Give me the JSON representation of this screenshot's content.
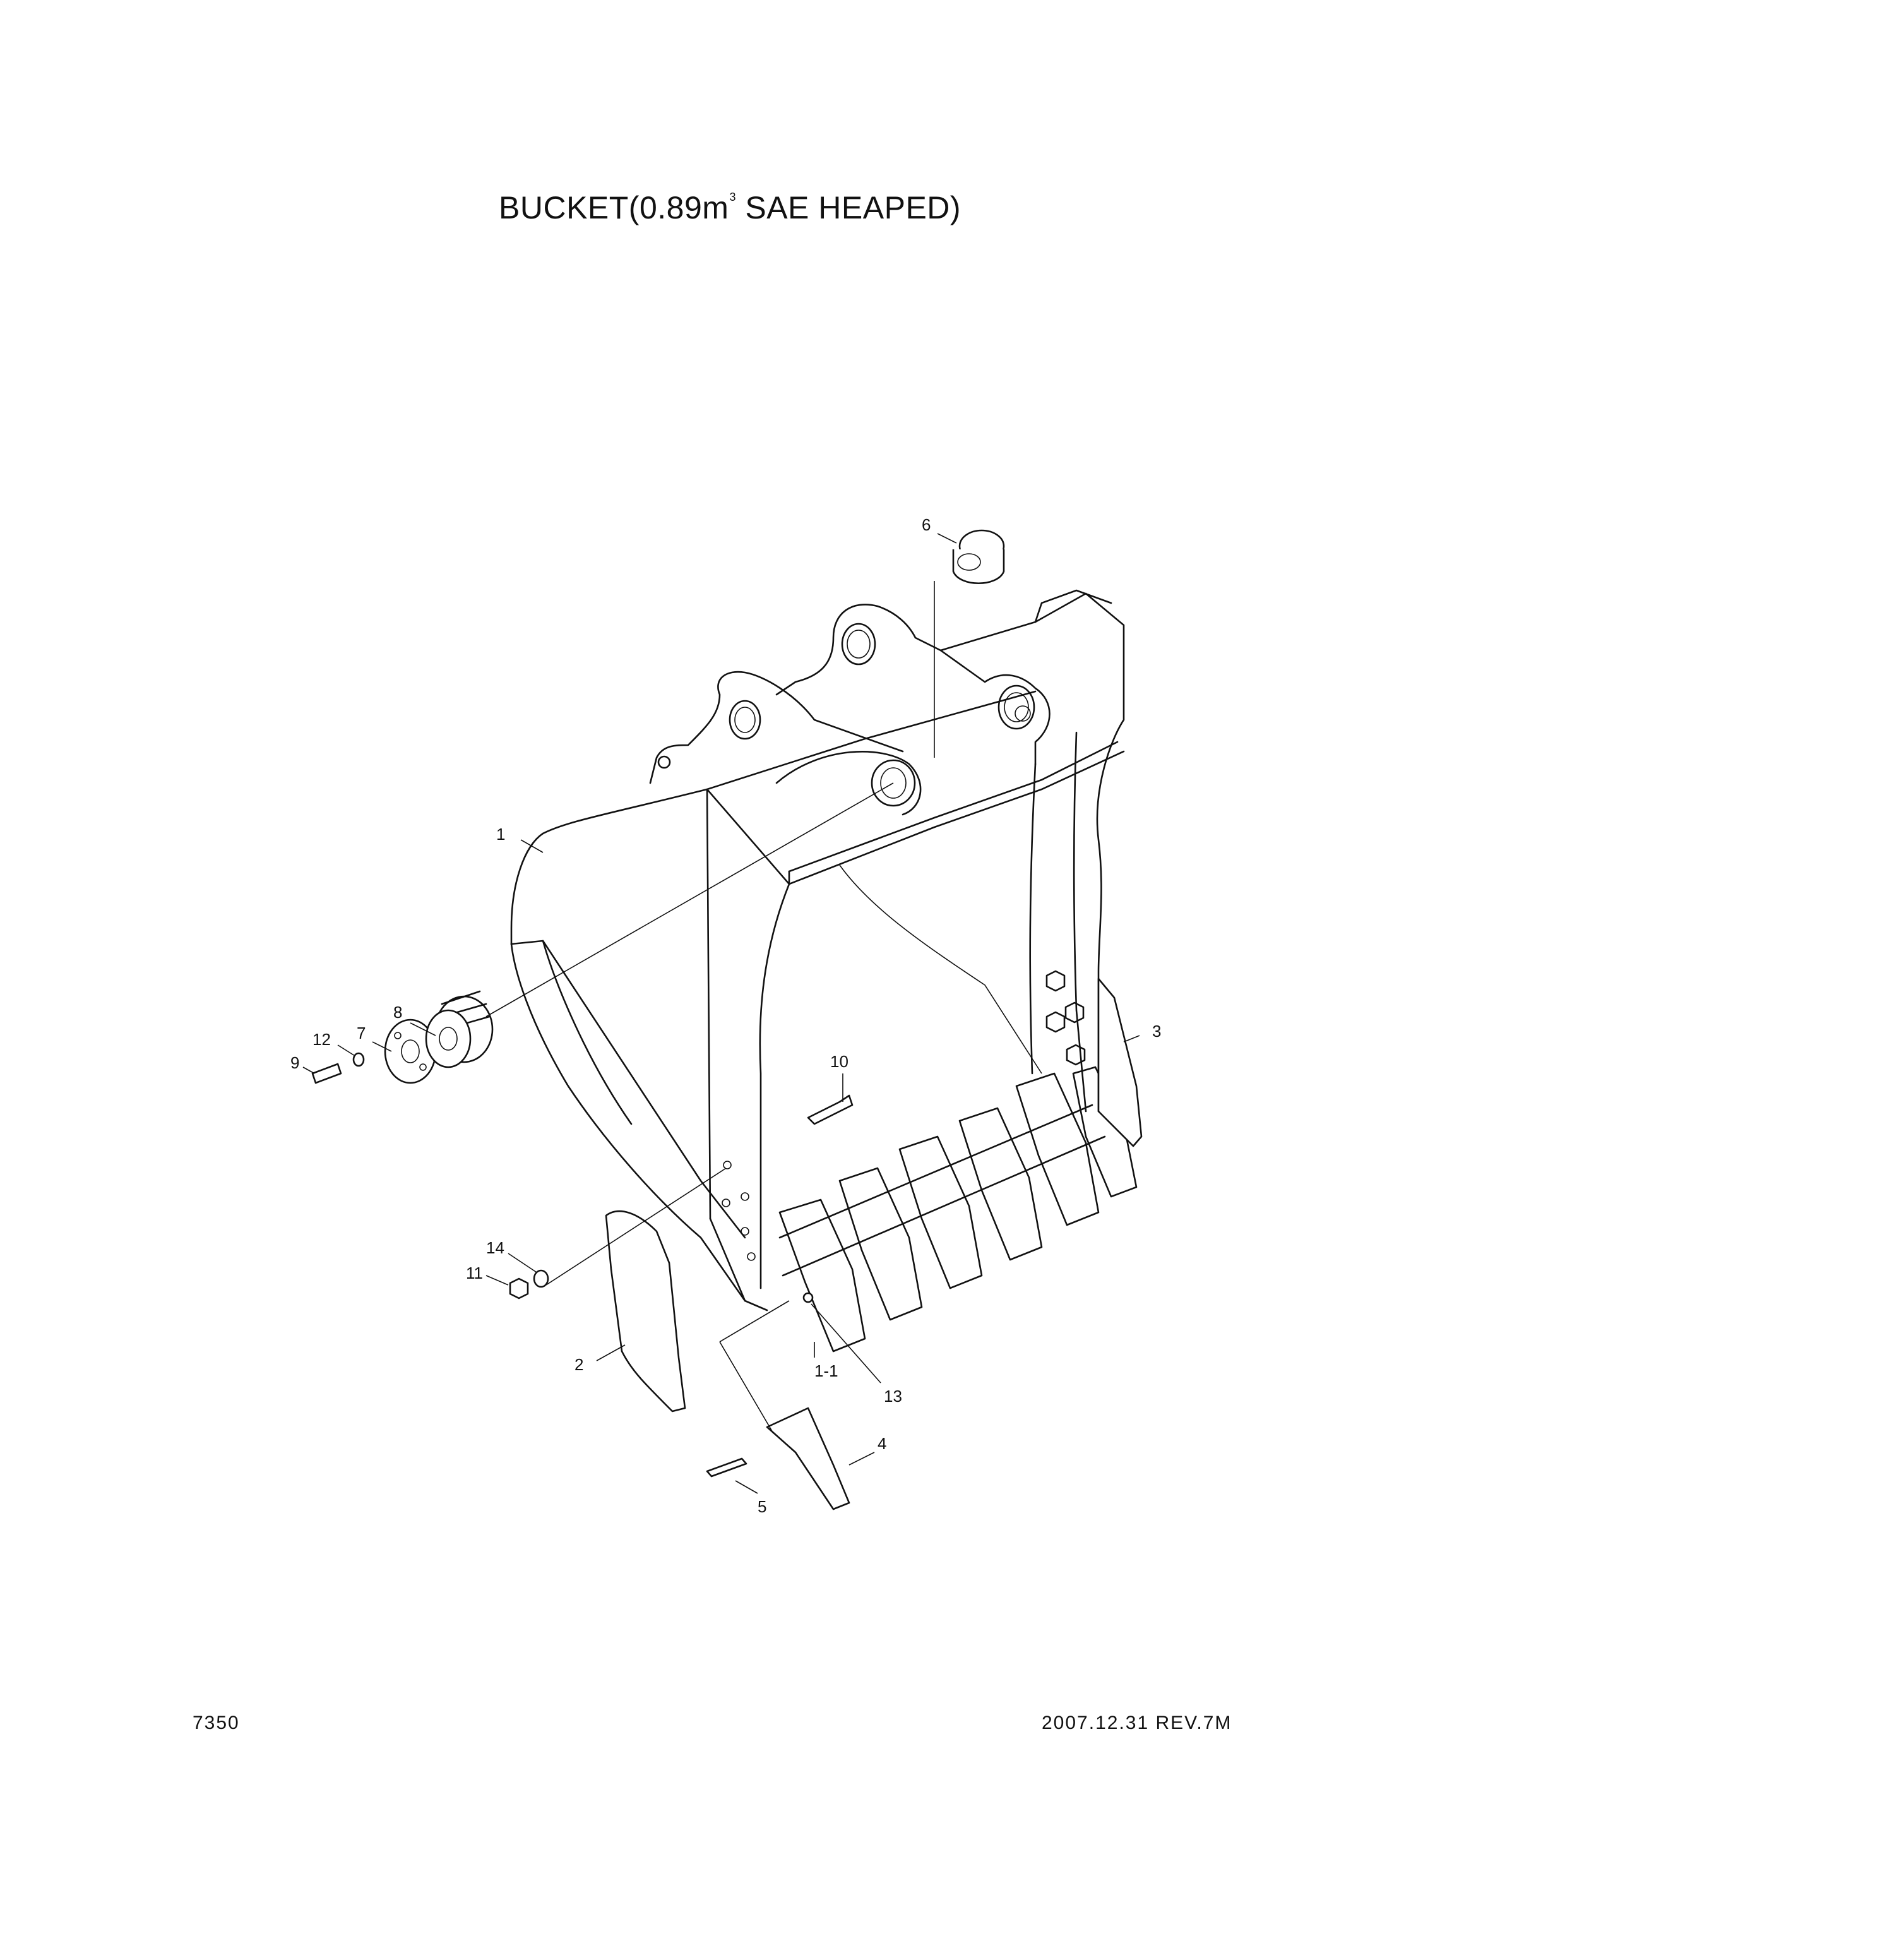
{
  "title": {
    "text": "BUCKET(0.89m",
    "superscript": "3",
    "suffix": " SAE HEAPED)"
  },
  "footer": {
    "page_number": "7350",
    "revision": "2007.12.31  REV.7M"
  },
  "callouts": [
    {
      "id": "c1",
      "label": "1"
    },
    {
      "id": "c1-1",
      "label": "1-1"
    },
    {
      "id": "c2",
      "label": "2"
    },
    {
      "id": "c3",
      "label": "3"
    },
    {
      "id": "c4",
      "label": "4"
    },
    {
      "id": "c5",
      "label": "5"
    },
    {
      "id": "c6",
      "label": "6"
    },
    {
      "id": "c7",
      "label": "7"
    },
    {
      "id": "c8",
      "label": "8"
    },
    {
      "id": "c9",
      "label": "9"
    },
    {
      "id": "c10",
      "label": "10"
    },
    {
      "id": "c11",
      "label": "11"
    },
    {
      "id": "c12",
      "label": "12"
    },
    {
      "id": "c13",
      "label": "13"
    },
    {
      "id": "c14",
      "label": "14"
    }
  ]
}
